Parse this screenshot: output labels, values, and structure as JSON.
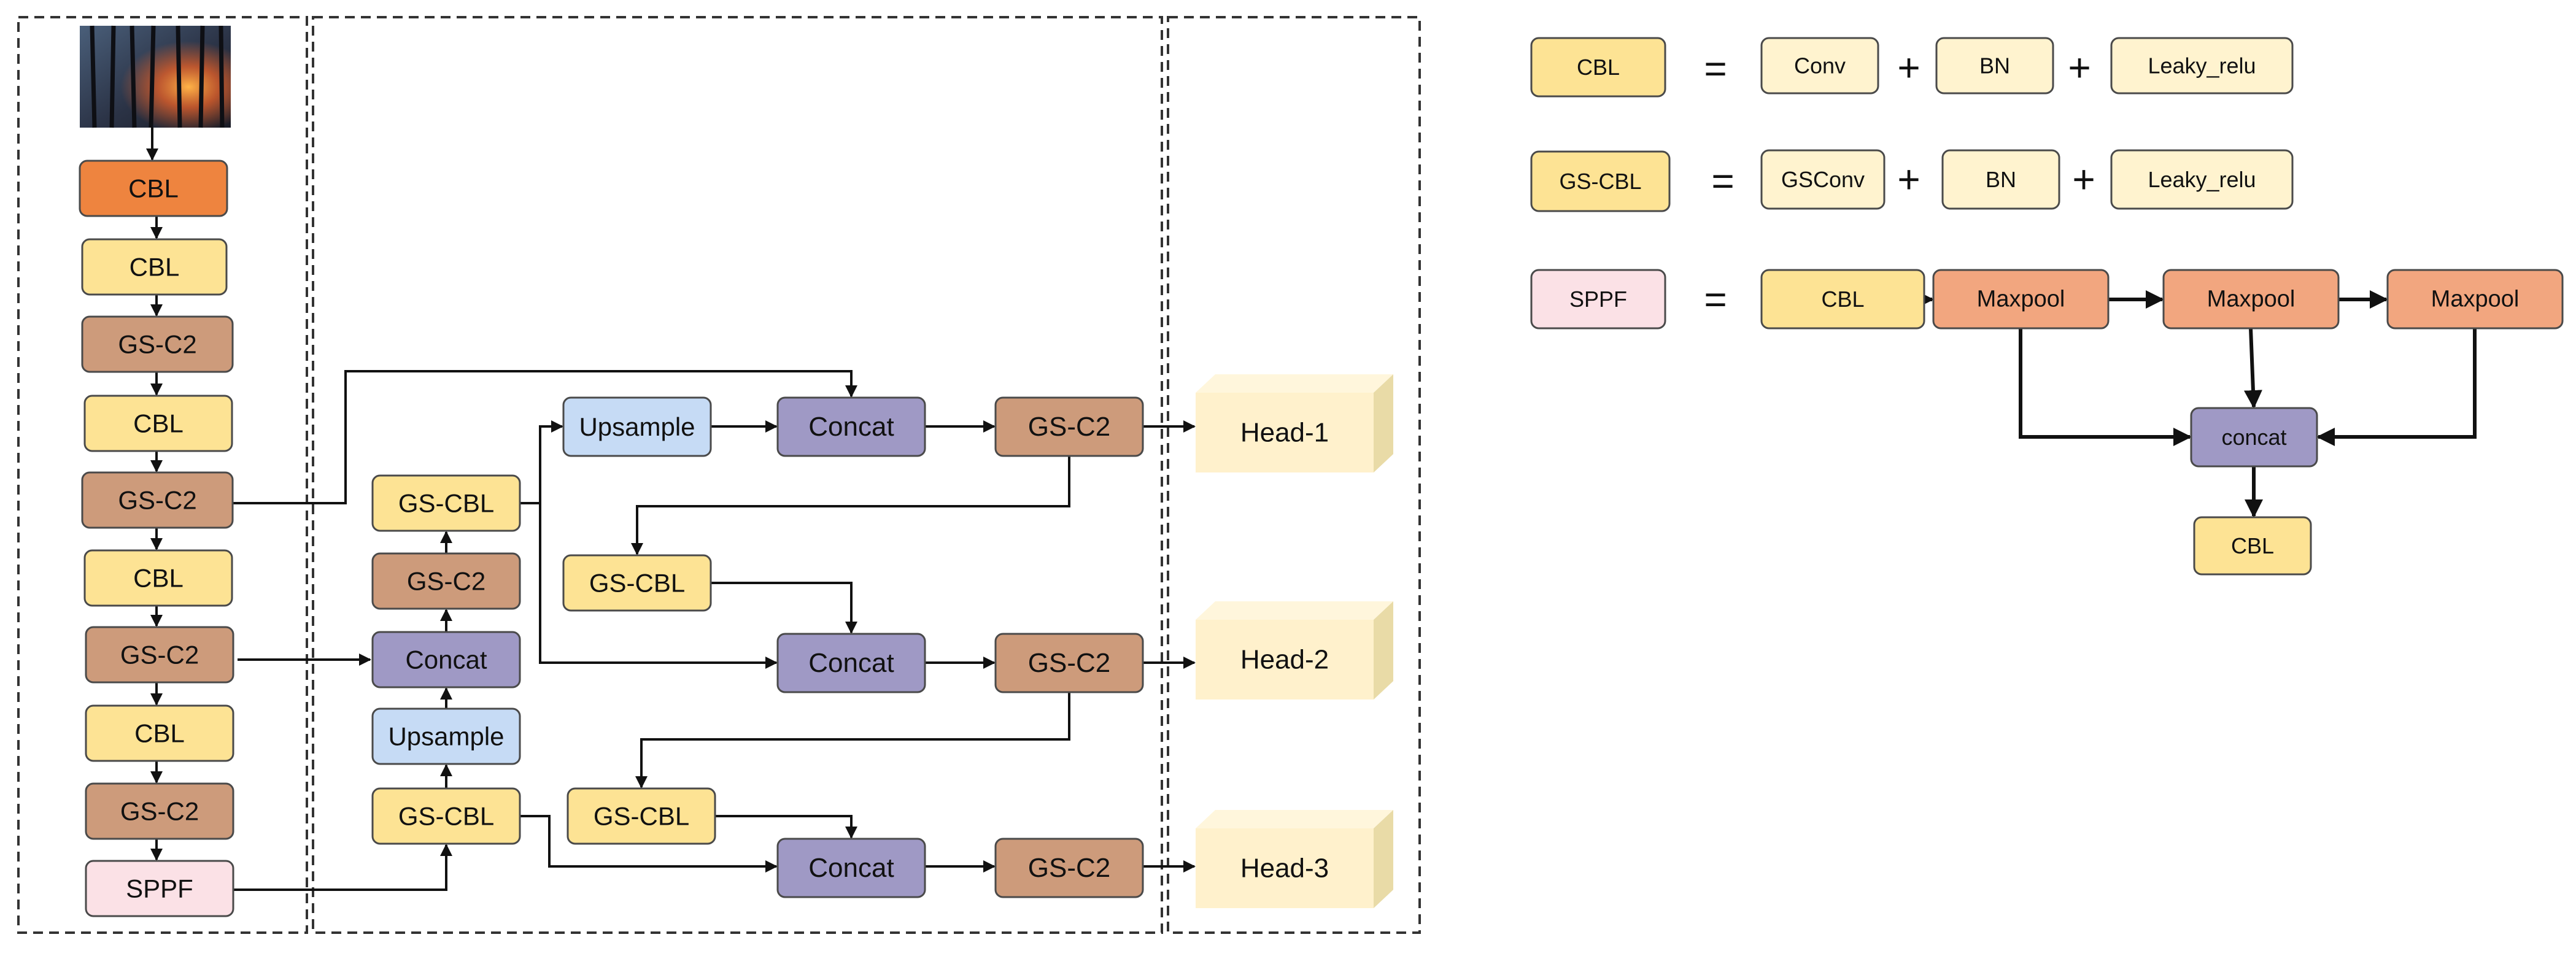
{
  "colors": {
    "cbl": "#fde394",
    "cbl_dark": "#ee843f",
    "gsc2": "#cd9b7b",
    "concat": "#9f99c5",
    "upsample": "#c6dbf5",
    "sppf": "#fbe1e6",
    "head": "#fff1cc",
    "head_side": "#e9dba7",
    "legend_light": "#fff3cf",
    "maxpool": "#f2a67f"
  },
  "diagram": {
    "backbone": [
      "CBL",
      "CBL",
      "GS-C2",
      "CBL",
      "GS-C2",
      "CBL",
      "GS-C2",
      "CBL",
      "GS-C2",
      "SPPF"
    ],
    "neck": {
      "left_column": [
        "GS-CBL",
        "GS-C2",
        "Concat",
        "Upsample",
        "GS-CBL"
      ],
      "upsample": "Upsample",
      "concat": "Concat",
      "gsc2": "GS-C2",
      "gscbl": "GS-CBL"
    },
    "heads": [
      "Head-1",
      "Head-2",
      "Head-3"
    ],
    "legend": {
      "cbl": {
        "name": "CBL",
        "eq": "=",
        "plus": "+",
        "parts": [
          "Conv",
          "BN",
          "Leaky_relu"
        ]
      },
      "gscbl": {
        "name": "GS-CBL",
        "eq": "=",
        "plus": "+",
        "parts": [
          "GSConv",
          "BN",
          "Leaky_relu"
        ]
      },
      "sppf": {
        "name": "SPPF",
        "eq": "=",
        "first": "CBL",
        "maxpool": "Maxpool",
        "concat": "concat",
        "out": "CBL"
      }
    }
  }
}
